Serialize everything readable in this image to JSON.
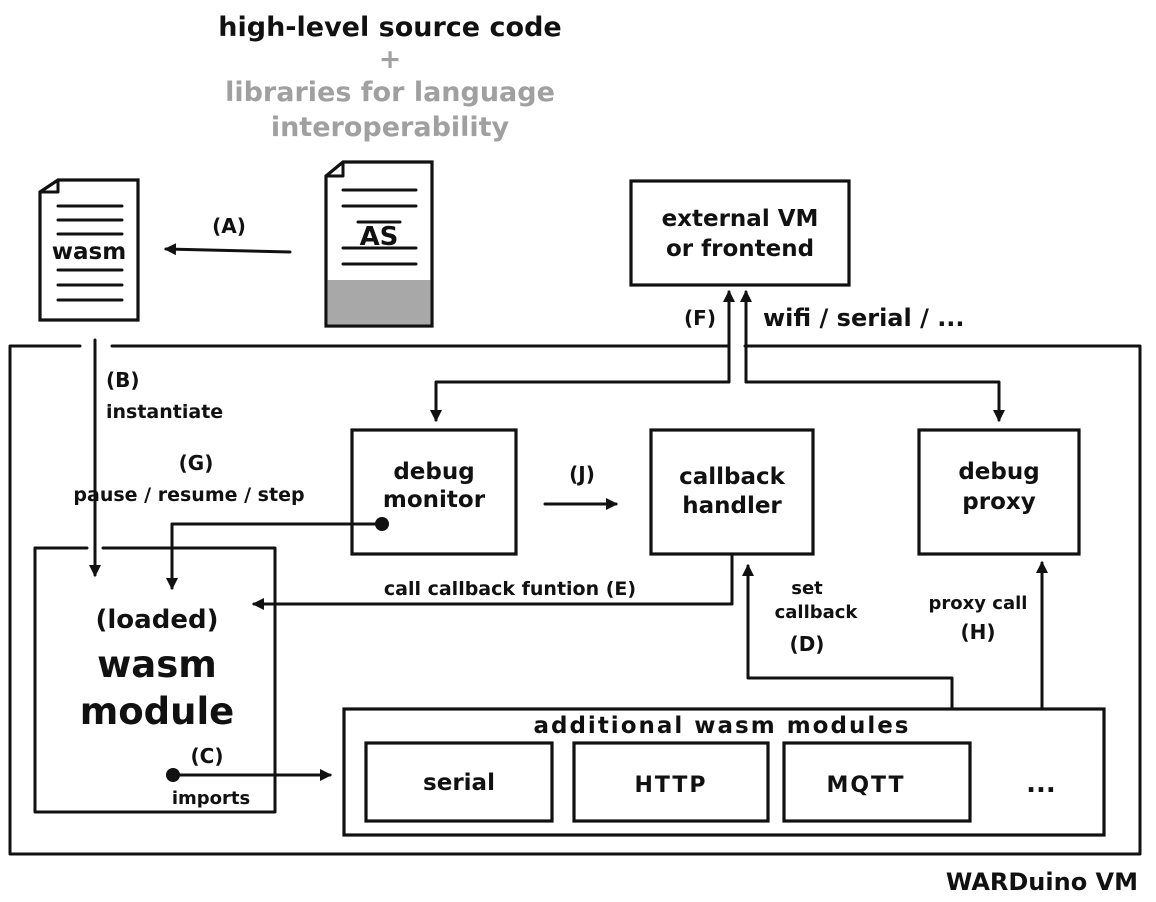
{
  "header": {
    "source_title": "high-level source code",
    "plus": "+",
    "libraries_line1": "libraries for language",
    "libraries_line2": "interoperability"
  },
  "documents": {
    "wasm_label": "wasm",
    "as_label": "AS"
  },
  "external": {
    "line1": "external VM",
    "line2": "or frontend",
    "link_label": "wifi / serial / ..."
  },
  "components": {
    "debug_monitor": [
      "debug",
      "monitor"
    ],
    "callback_handler": [
      "callback",
      "handler"
    ],
    "debug_proxy": [
      "debug",
      "proxy"
    ],
    "loaded_module": [
      "(loaded)",
      "wasm",
      "module"
    ]
  },
  "additional": {
    "title": "additional wasm modules",
    "modules": [
      "serial",
      "HTTP",
      "MQTT"
    ],
    "more": "..."
  },
  "edges": {
    "a": "(A)",
    "b": "(B)",
    "b_text": "instantiate",
    "c": "(C)",
    "c_text": "imports",
    "d_line1": "set",
    "d_line2": "callback",
    "d": "(D)",
    "e_text": "call callback funtion (E)",
    "f": "(F)",
    "g": "(G)",
    "g_text": "pause / resume / step",
    "h_text": "proxy call",
    "h": "(H)",
    "j": "(J)"
  },
  "footer": {
    "vm_title": "WARDuino VM"
  },
  "colors": {
    "stroke": "#111111",
    "muted_text": "#a0a0a0",
    "fill_grey": "#a8a8a8"
  }
}
